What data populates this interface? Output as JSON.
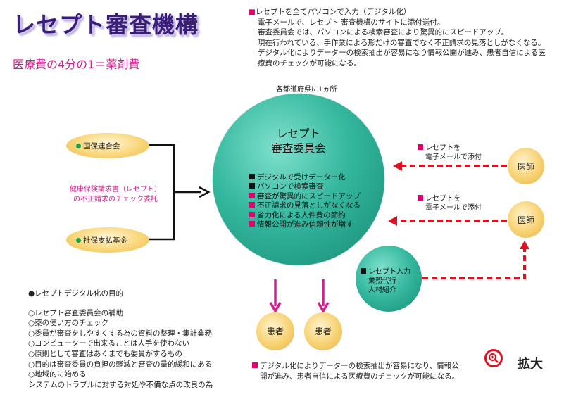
{
  "title": "レセプト審査機構",
  "subtitle": "医療費の4分の1＝薬剤費",
  "top_description": {
    "bullet": "■",
    "lines": [
      "レセプトを全てパソコンで入力（デジタル化）",
      "電子メールで、レセプト 審査機構のサイトに添付送付。",
      "審査委員会では、パソコンによる検索審査により驚異的にスピードアップ。",
      "現在行われている、手作業による形だけの審査でなく不正請求の見落としがなくなる。",
      "デジタル化によりデーターの検索抽出が容易になり情報公開が進み、患者自信による医",
      "療費のチェックが可能になる。"
    ]
  },
  "prefecture_label": "各都道府県に1ヵ所",
  "center": {
    "title_line1": "レセプト",
    "title_line2": "審査委員会",
    "items": [
      "デジタルで受けデーター化",
      "パソコンで検索審査",
      "審査が驚異的にスピードアップ",
      "不正請求の見落としがなくなる",
      "省力化による人件費の節約",
      "情報公開が進み信頼性が増す"
    ]
  },
  "agency": {
    "line1": "レセプト入力",
    "line2": "業務代行",
    "line3": "人材紹介"
  },
  "left_orgs": {
    "top": "国保連合会",
    "bottom": "社保支払基金",
    "middle_note_line1": "健康保険請求書（レセプト）",
    "middle_note_line2": "の不正請求のチェック委託"
  },
  "doctors": {
    "label": "医師",
    "note_line1": "レセプトを",
    "note_line2": "電子メールで添付"
  },
  "patients": {
    "label": "患者"
  },
  "digital_purpose": {
    "heading": "●レセプトデジタル化の目的",
    "items": [
      "○レセプト審査委員会の補助",
      "○薬の使い方のチェック",
      "○委員が審査をしやすくする為の資料の整理・集計業務",
      "○コンピューターで出来ることは人手を使わない",
      "○原則として審査はあくまでも委員がするもの",
      "○目的は審査委員の負担の軽減と審査の量的緩和にある",
      "○地域的に始める",
      "システムのトラブルに対する対処や不備な点の改良の為"
    ]
  },
  "bottom_description": {
    "line1": "デジタル化によりデーターの検索抽出が容易になり、情報公",
    "line2": "開が進み、患者自信による医療費のチェックが可能になる。"
  },
  "zoom": {
    "label": "拡大"
  },
  "colors": {
    "accent_pink": "#e0006e",
    "title_purple": "#3a1d7a",
    "teal": "#34b79e",
    "arrow_red": "#e01020"
  }
}
